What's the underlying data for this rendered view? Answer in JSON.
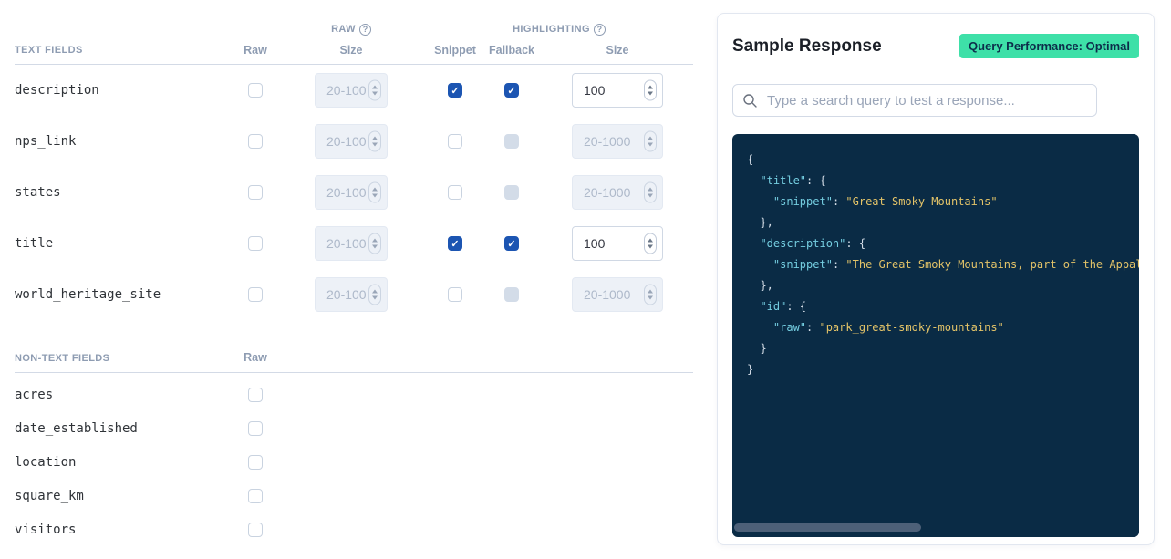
{
  "colors": {
    "badge_bg": "#3ee0a8",
    "checkbox_checked": "#1c55b2",
    "code_bg": "#0a2b45",
    "code_key": "#74cde0",
    "code_string": "#e3c368"
  },
  "icons": {
    "help_glyph": "?",
    "search_icon": "magnifier",
    "stepper_icon": "up-down-arrows"
  },
  "fields_table": {
    "group_headers": {
      "raw": "RAW",
      "highlighting": "HIGHLIGHTING"
    },
    "size_placeholder": "20-1000",
    "text_fields": {
      "section_label": "TEXT FIELDS",
      "columns": {
        "raw": "Raw",
        "raw_size": "Size",
        "snippet": "Snippet",
        "fallback": "Fallback",
        "highlight_size": "Size"
      },
      "rows": [
        {
          "name": "description",
          "raw": false,
          "snippet": true,
          "fallback": true,
          "size": "100"
        },
        {
          "name": "nps_link",
          "raw": false,
          "snippet": false,
          "fallback": false,
          "size": ""
        },
        {
          "name": "states",
          "raw": false,
          "snippet": false,
          "fallback": false,
          "size": ""
        },
        {
          "name": "title",
          "raw": false,
          "snippet": true,
          "fallback": true,
          "size": "100"
        },
        {
          "name": "world_heritage_site",
          "raw": false,
          "snippet": false,
          "fallback": false,
          "size": ""
        }
      ]
    },
    "non_text_fields": {
      "section_label": "NON-TEXT FIELDS",
      "columns": {
        "raw": "Raw"
      },
      "rows": [
        {
          "name": "acres",
          "raw": false
        },
        {
          "name": "date_established",
          "raw": false
        },
        {
          "name": "location",
          "raw": false
        },
        {
          "name": "square_km",
          "raw": false
        },
        {
          "name": "visitors",
          "raw": false
        }
      ]
    }
  },
  "sample_response": {
    "title": "Sample Response",
    "badge": "Query Performance: Optimal",
    "search_placeholder": "Type a search query to test a response...",
    "code_lines": [
      [
        {
          "t": "p",
          "v": "{"
        }
      ],
      [
        {
          "t": "p",
          "v": "  "
        },
        {
          "t": "k",
          "v": "\"title\""
        },
        {
          "t": "p",
          "v": ": {"
        }
      ],
      [
        {
          "t": "p",
          "v": "    "
        },
        {
          "t": "k",
          "v": "\"snippet\""
        },
        {
          "t": "p",
          "v": ": "
        },
        {
          "t": "s",
          "v": "\"Great Smoky Mountains\""
        }
      ],
      [
        {
          "t": "p",
          "v": "  },"
        }
      ],
      [
        {
          "t": "p",
          "v": "  "
        },
        {
          "t": "k",
          "v": "\"description\""
        },
        {
          "t": "p",
          "v": ": {"
        }
      ],
      [
        {
          "t": "p",
          "v": "    "
        },
        {
          "t": "k",
          "v": "\"snippet\""
        },
        {
          "t": "p",
          "v": ": "
        },
        {
          "t": "s",
          "v": "\"The Great Smoky Mountains, part of the Appal"
        }
      ],
      [
        {
          "t": "p",
          "v": "  },"
        }
      ],
      [
        {
          "t": "p",
          "v": "  "
        },
        {
          "t": "k",
          "v": "\"id\""
        },
        {
          "t": "p",
          "v": ": {"
        }
      ],
      [
        {
          "t": "p",
          "v": "    "
        },
        {
          "t": "k",
          "v": "\"raw\""
        },
        {
          "t": "p",
          "v": ": "
        },
        {
          "t": "s",
          "v": "\"park_great-smoky-mountains\""
        }
      ],
      [
        {
          "t": "p",
          "v": "  }"
        }
      ],
      [
        {
          "t": "p",
          "v": "}"
        }
      ]
    ]
  }
}
